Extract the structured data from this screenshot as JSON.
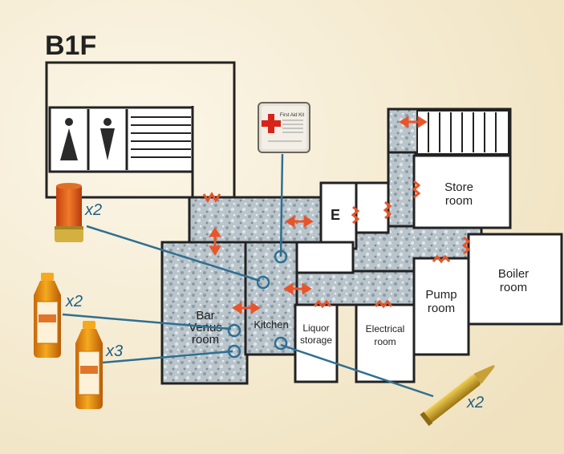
{
  "floor": {
    "label": "B1F"
  },
  "rooms": {
    "store": [
      "Store",
      "room"
    ],
    "boiler": [
      "Boiler",
      "room"
    ],
    "pump": [
      "Pump",
      "room"
    ],
    "bar": [
      "Bar",
      "Venus",
      "room"
    ],
    "kitchen": "Kitchen",
    "liquor": [
      "Liquor",
      "storage"
    ],
    "electrical": [
      "Electrical",
      "room"
    ],
    "elevator": "E"
  },
  "items": {
    "first_aid_kit": {
      "label": "First Aid Kit"
    },
    "shotgun_shells": {
      "count": "x2"
    },
    "bottle_one": {
      "count": "x2"
    },
    "bottle_two": {
      "count": "x3"
    },
    "rifle_bullet": {
      "count": "x2"
    }
  },
  "colors": {
    "wall": "#222222",
    "corridor": "#b7c2c8",
    "room_fill": "#ffffff",
    "door_marker": "#e8552a",
    "item_line": "#2f6f92",
    "background": "#f6eed8"
  }
}
